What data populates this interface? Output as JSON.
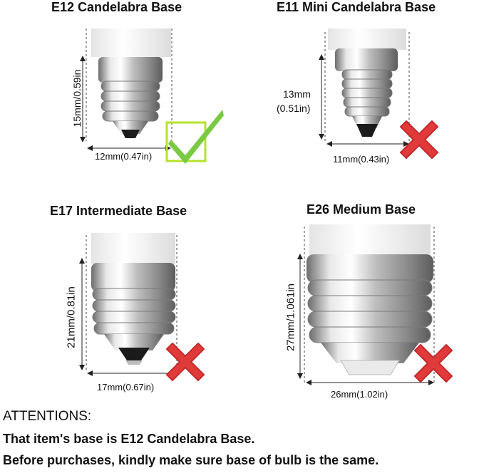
{
  "panels": {
    "e12": {
      "title": "E12 Candelabra Base",
      "height": "15mm/0.59in",
      "width": "12mm(0.47in)",
      "status": "check-icon"
    },
    "e11": {
      "title": "E11 Mini Candelabra Base",
      "height_mm": "13mm",
      "height_in": "(0.51in)",
      "width": "11mm(0.43in)",
      "status": "cross-icon"
    },
    "e17": {
      "title": "E17 Intermediate Base",
      "height": "21mm/0.81in",
      "width": "17mm(0.67in)",
      "status": "cross-icon"
    },
    "e26": {
      "title": "E26 Medium Base",
      "height": "27mm/1.061in",
      "width": "26mm(1.02in)",
      "status": "cross-icon"
    }
  },
  "attention": {
    "heading": "ATTENTIONS:",
    "line1": "That item's base is E12 Candelabra Base.",
    "line2": "Before purchases, kindly make sure base of bulb is the same."
  },
  "colors": {
    "check": "#7ac943",
    "cross": "#e03a3a",
    "metal": "#c9c9c9",
    "white_body": "#f4f4f4"
  }
}
